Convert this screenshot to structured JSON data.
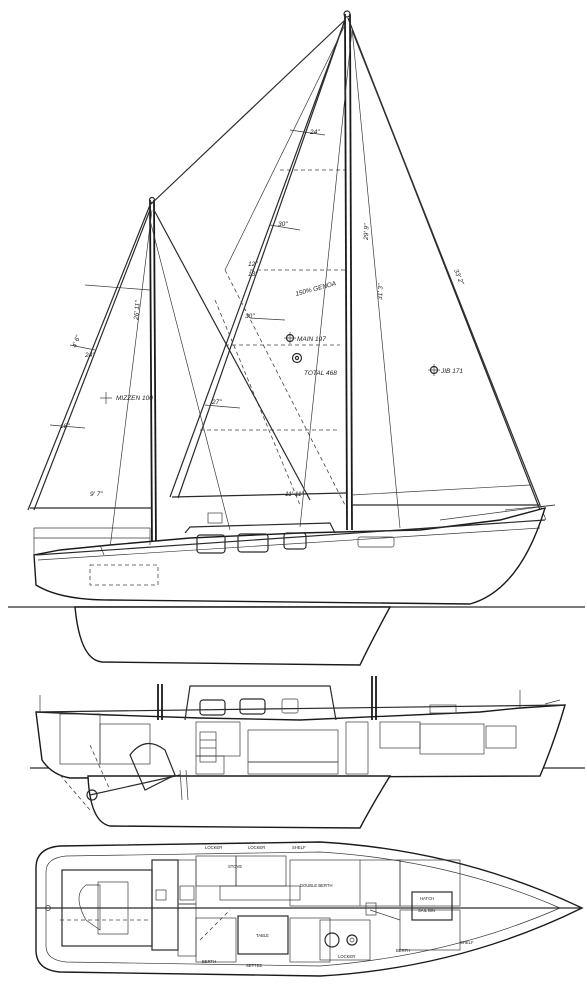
{
  "sail_plan": {
    "mizzen_area": "MIZZEN 100",
    "main_area": "MAIN 197",
    "total_area": "TOTAL 468",
    "jib_area": "JIB 171",
    "genoa_label": "150% GENOA",
    "dim_mizzen_foot": "9' 7\"",
    "dim_main_foot": "11' 11\"",
    "dim_24a": "24\"",
    "dim_24b": "24\"",
    "dim_30a": "30\"",
    "dim_30b": "30\"",
    "dim_27": "27\"",
    "dim_18": "18\"",
    "dim_12": "12\"",
    "dim_13": "13\"",
    "dim_mizzen_luff": "26' 11\"",
    "dim_main_luff": "29' 9\"",
    "dim_jib_leech": "31' 3\"",
    "dim_jib_luff": "33' 2\"",
    "dim_mizzen_small": "4' 6\""
  },
  "deck_plan": {
    "labels": [
      {
        "key": "locker_top_1",
        "text": "LOCKER"
      },
      {
        "key": "locker_top_2",
        "text": "LOCKER"
      },
      {
        "key": "shelf_top",
        "text": "SHELF"
      },
      {
        "key": "stove",
        "text": "STOVE"
      },
      {
        "key": "double_berth",
        "text": "DOUBLE BERTH"
      },
      {
        "key": "table",
        "text": "TABLE"
      },
      {
        "key": "settee",
        "text": "SETTEE"
      },
      {
        "key": "berth",
        "text": "BERTH"
      },
      {
        "key": "hatch",
        "text": "HATCH"
      },
      {
        "key": "shelf_bottom",
        "text": "SHELF"
      },
      {
        "key": "locker_bottom",
        "text": "LOCKER"
      },
      {
        "key": "berth_bottom",
        "text": "BERTH"
      },
      {
        "key": "sail_bin",
        "text": "SAIL BIN"
      }
    ]
  }
}
